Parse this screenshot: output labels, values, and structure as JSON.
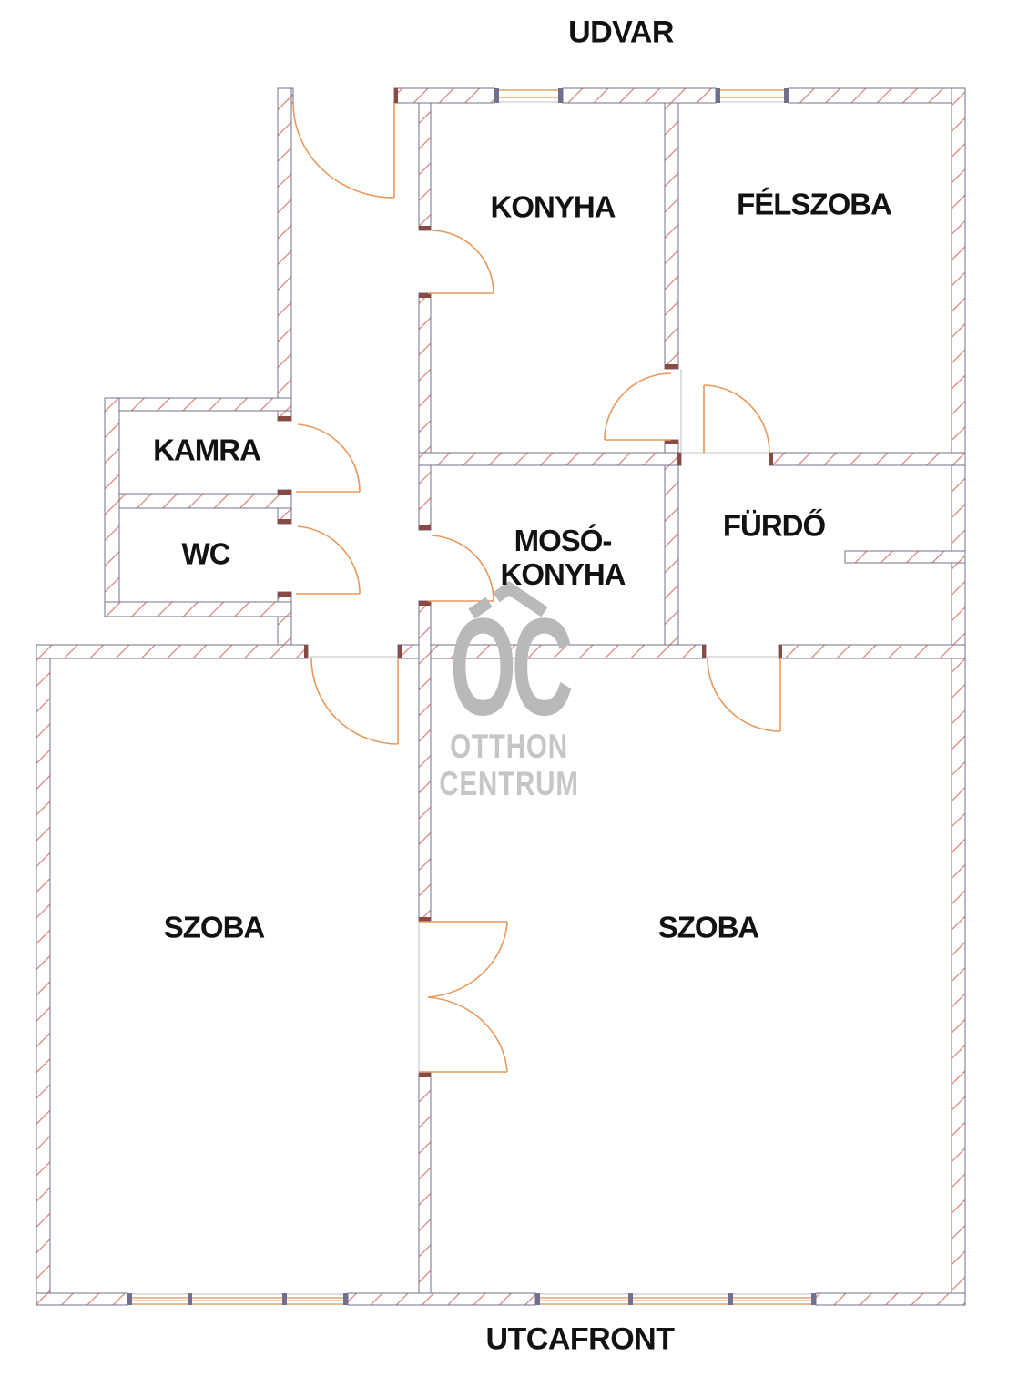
{
  "outside": {
    "top_label": "UDVAR",
    "bottom_label": "UTCAFRONT"
  },
  "rooms": [
    {
      "id": "konyha",
      "label": "KONYHA"
    },
    {
      "id": "felszoba",
      "label": "FÉLSZOBA"
    },
    {
      "id": "kamra",
      "label": "KAMRA"
    },
    {
      "id": "wc",
      "label": "WC"
    },
    {
      "id": "mosokonyha",
      "label": "MOSÓ-",
      "label2": "KONYHA"
    },
    {
      "id": "furdo",
      "label": "FÜRDŐ"
    },
    {
      "id": "szoba_left",
      "label": "SZOBA"
    },
    {
      "id": "szoba_right",
      "label": "SZOBA"
    }
  ],
  "watermark": {
    "logo": "OC",
    "line1": "OTTHON",
    "line2": "CENTRUM"
  },
  "colors": {
    "wall_edge": "#70708e",
    "wall_hatch": "#d9837a",
    "cap": "#8a4a44",
    "door": "#e8995c",
    "boundary": "#c2c2c8",
    "watermark_logo": "#b9b9b9",
    "watermark_text": "#c6c6c6",
    "label": "#121212",
    "window_frame": "#e8995c",
    "window_post": "#70708e"
  }
}
